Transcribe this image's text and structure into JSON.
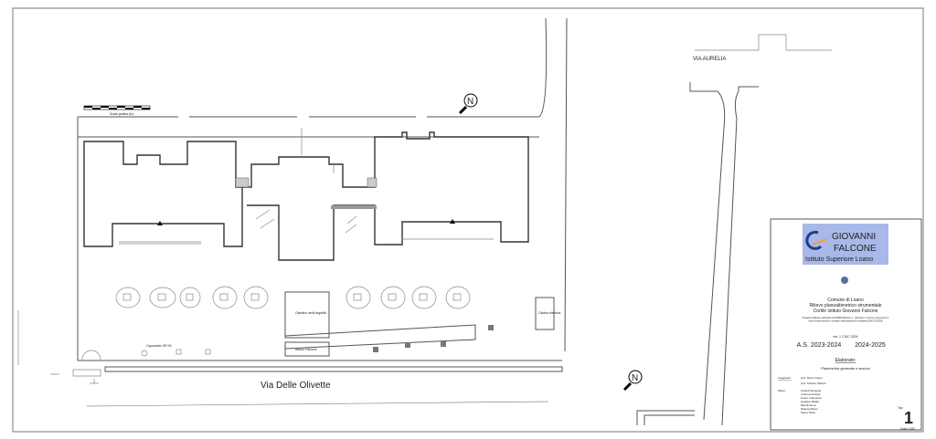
{
  "drawing": {
    "street_south": "Via Delle Olivette",
    "street_east": "VIA AURELIA",
    "scale_bar_label": "Scala grafica (m)",
    "north_label": "N",
    "labels": {
      "garden": "Giardino della legalità",
      "tree": "Albero Falcone",
      "cabin": "Cabina elettrica",
      "survey_point": "Caposaldo GR 01"
    }
  },
  "title_block": {
    "logo_line1": "GIOVANNI",
    "logo_line2": "FALCONE",
    "logo_line3": "Istituto Superiore Loano",
    "comune": "Comune di Loano",
    "subject1": "Rilievo planoaltimetrico strumentale",
    "subject2": "Cortile Istituto Giovanni Falcone",
    "note1": "Progetto realizzato nell'ambito del PNRR Missione 4 - Istruzione e ricerca, Componente 1",
    "note2": "Azioni di prevenzione e contrasto della dispersione scolastica (DM 170/2022)",
    "rev": "rev. 1 2 DIC 2024",
    "school_year1": "A.S. 2023-2024",
    "school_year2": "2024-2025",
    "elaborato_label": "Elaborato:",
    "elaborato": "Planimetria generale e sezioni",
    "teachers_label": "Insegnanti:",
    "teachers": [
      "prof. Rocco Fiano",
      "prof. Adriano Patituci"
    ],
    "students_label": "Allievi:",
    "students": [
      "Arcardi Samuele",
      "Ambrosi Andrea",
      "Fusco Francesco",
      "Giuliano Mattia",
      "Morelli Anna",
      "Rasera Marco",
      "Spina Tobia"
    ],
    "tav_label": "Tav.",
    "tav_number": "1",
    "scale": "Scala 1:200"
  }
}
